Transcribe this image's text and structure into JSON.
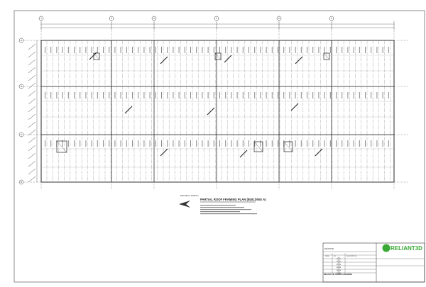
{
  "drawing": {
    "plan_title": "PARTIAL ROOF FRAMING PLAN (BUILDING A)",
    "north_arrow_label": "PROJECT NORTH",
    "column_grid": [
      "1",
      "2",
      "3",
      "4",
      "5",
      "6"
    ],
    "row_grid": [
      "A",
      "B",
      "C",
      "D"
    ]
  },
  "title_block": {
    "logo_text": "RELIANT3D",
    "drawing_name": "RELIANT 3D SAMPLE DRAWING",
    "revisions_header": "REVISIONS",
    "revision_columns": [
      "DATE",
      "NO.",
      "DESCRIPTION"
    ],
    "revision_rows": [
      "1",
      "2",
      "3",
      "4",
      "5",
      "6",
      "7"
    ]
  },
  "colors": {
    "line": "#333333",
    "logo_green": "#3aa935"
  }
}
